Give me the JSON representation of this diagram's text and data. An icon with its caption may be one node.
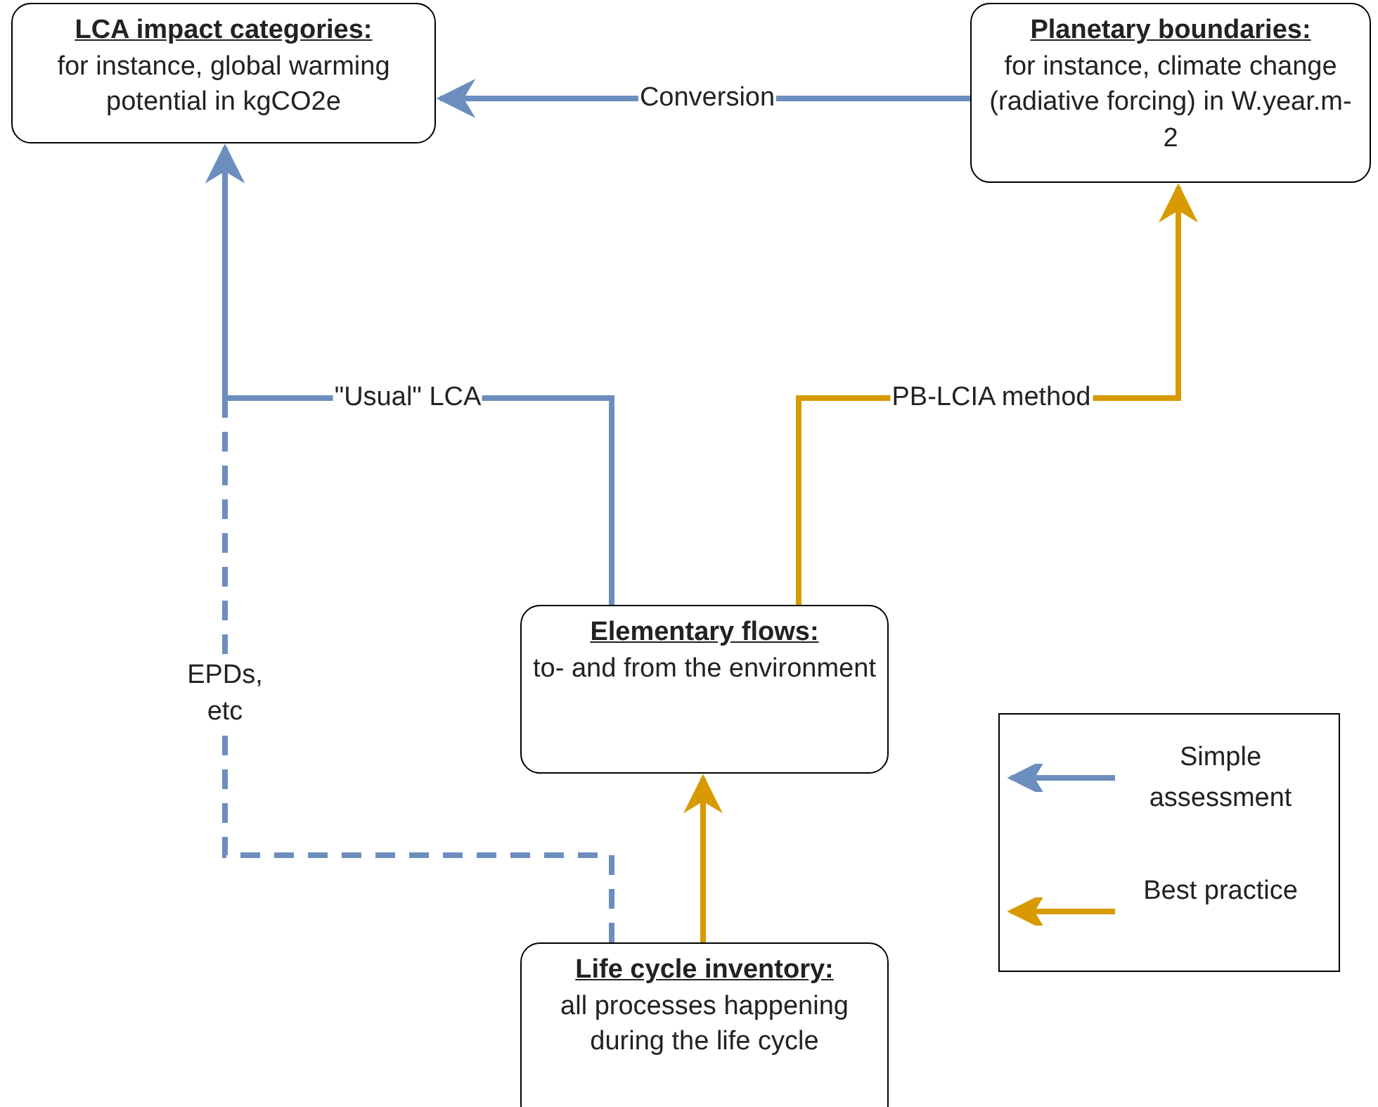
{
  "diagram": {
    "nodes": [
      {
        "text": [
          "LCA impact categories:",
          "for instance, global warming potential in kgCO2e"
        ]
      },
      {
        "text": [
          "Planetary boundaries:",
          "for instance, climate change (radiative forcing) in W.year.m-2"
        ]
      },
      {
        "text": [
          "Elementary flows:",
          "to- and from the environment"
        ]
      },
      {
        "text": [
          "Life cycle inventory:",
          "all processes happening during the life cycle"
        ]
      }
    ],
    "edges": [
      {
        "from": 1,
        "to": 0,
        "arrow": "to",
        "label": "Conversion"
      },
      {
        "from": 2,
        "to": 0,
        "arrow": "to",
        "label": "\"Usual\" LCA"
      },
      {
        "from": 2,
        "to": 1,
        "arrow": "to",
        "label": "PB-LCIA method",
        "color": "#d79b00"
      },
      {
        "from": 3,
        "to": 0,
        "arrow": "to",
        "label": "EPDs, etc",
        "style": "dashed"
      },
      {
        "from": 3,
        "to": 2,
        "arrow": "to",
        "color": "#d79b00"
      }
    ],
    "legend": [
      {
        "text": "Simple assessment",
        "color": "#6c8ebf"
      },
      {
        "text": "Best practice",
        "color": "#d79b00"
      }
    ]
  }
}
